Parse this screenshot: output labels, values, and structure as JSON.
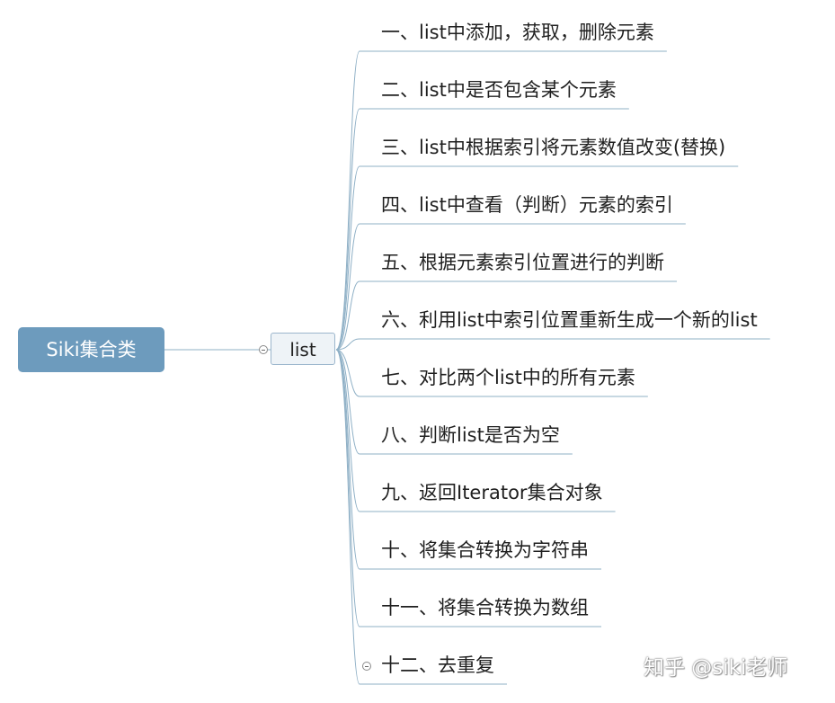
{
  "root": {
    "label": "Siki集合类"
  },
  "child": {
    "label": "list"
  },
  "leaves": [
    {
      "label": "一、list中添加，获取，删除元素"
    },
    {
      "label": "二、list中是否包含某个元素"
    },
    {
      "label": "三、list中根据索引将元素数值改变(替换)"
    },
    {
      "label": "四、list中查看（判断）元素的索引"
    },
    {
      "label": "五、根据元素索引位置进行的判断"
    },
    {
      "label": "六、利用list中索引位置重新生成一个新的list"
    },
    {
      "label": "七、对比两个list中的所有元素"
    },
    {
      "label": "八、判断list是否为空"
    },
    {
      "label": "九、返回Iterator集合对象"
    },
    {
      "label": "十、将集合转换为字符串"
    },
    {
      "label": "十一、将集合转换为数组"
    },
    {
      "label": "十二、去重复"
    }
  ],
  "watermark": "知乎 @siki老师",
  "colors": {
    "root_fill": "#6d9bbd",
    "child_fill": "#eef3f7",
    "child_border": "#9bb6cc",
    "connector": "#8fb0c6"
  }
}
